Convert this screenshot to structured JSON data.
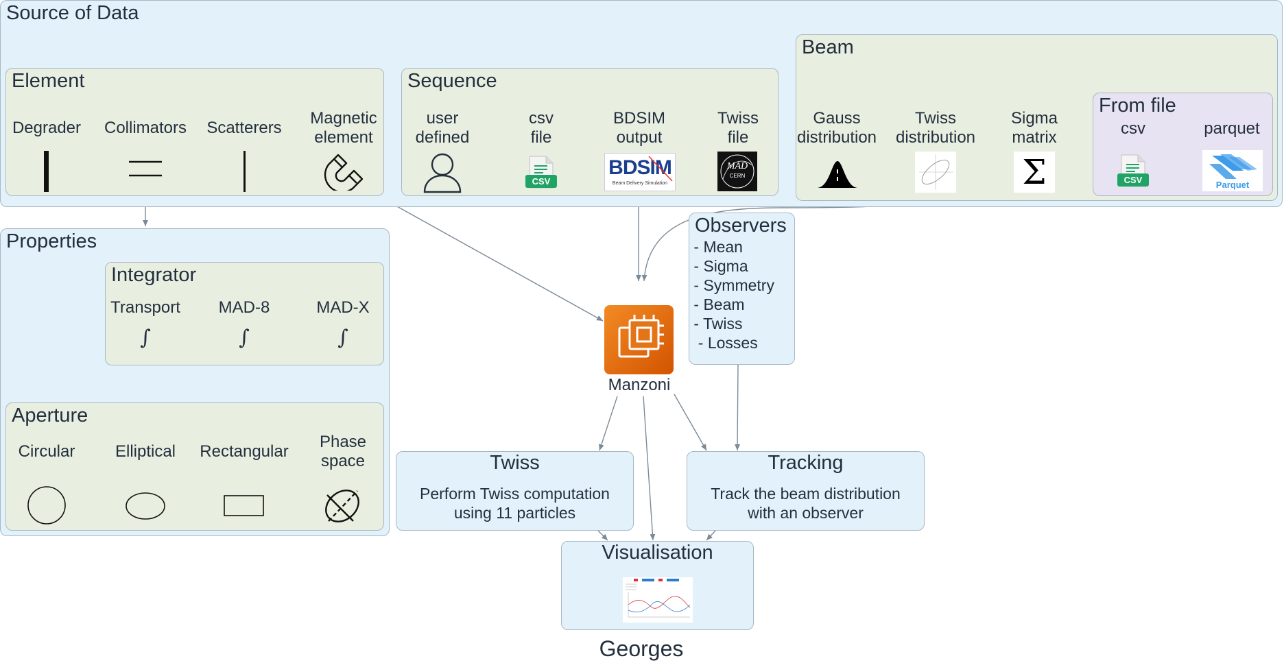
{
  "source": {
    "title": "Source of Data",
    "element": {
      "title": "Element",
      "items": [
        "Degrader",
        "Collimators",
        "Scatterers",
        "Magnetic\nelement"
      ],
      "icons": [
        "degrader-bar-icon",
        "collimator-lines-icon",
        "scatterer-line-icon",
        "magnet-icon"
      ]
    },
    "sequence": {
      "title": "Sequence",
      "items": [
        "user\ndefined",
        "csv\nfile",
        "BDSIM\noutput",
        "Twiss\nfile"
      ],
      "icons": [
        "user-icon",
        "csv-file-icon",
        "bdsim-logo",
        "mad-cern-logo"
      ],
      "bdsim_logo": {
        "main": "BDSIM",
        "sub": "Beam Delivery Simulation"
      },
      "mad_logo": {
        "main": "MAD",
        "sub": "CERN"
      }
    },
    "beam": {
      "title": "Beam",
      "items": [
        "Gauss\ndistribution",
        "Twiss\ndistribution",
        "Sigma\nmatrix"
      ],
      "icons": [
        "gauss-curve-icon",
        "twiss-ellipse-icon",
        "sigma-icon"
      ],
      "sigma_symbol": "Σ",
      "from_file": {
        "title": "From file",
        "items": [
          "csv",
          "parquet"
        ],
        "icons": [
          "csv-file-icon",
          "parquet-logo"
        ],
        "csv_badge": "CSV",
        "parquet_badge": "Parquet"
      }
    },
    "csv_badge": "CSV"
  },
  "properties": {
    "title": "Properties",
    "integrator": {
      "title": "Integrator",
      "items": [
        "Transport",
        "MAD-8",
        "MAD-X"
      ],
      "symbol": "∫"
    },
    "aperture": {
      "title": "Aperture",
      "items": [
        "Circular",
        "Elliptical",
        "Rectangular",
        "Phase\nspace"
      ],
      "icons": [
        "circle-icon",
        "ellipse-icon",
        "rectangle-icon",
        "phase-space-icon"
      ]
    }
  },
  "observers": {
    "title": "Observers",
    "items": " - Mean\n - Sigma\n - Symmetry\n - Beam\n - Twiss\n  - Losses"
  },
  "manzoni": {
    "label": "Manzoni",
    "icon": "processor-chip-icon",
    "color": "#e8730f"
  },
  "twiss": {
    "title": "Twiss",
    "description": "Perform Twiss computation\nusing 11 particles"
  },
  "tracking": {
    "title": "Tracking",
    "description": "Track the beam distribution\nwith an observer"
  },
  "visualisation": {
    "title": "Visualisation",
    "icon": "plot-thumbnail-icon"
  },
  "georges": {
    "label": "Georges"
  },
  "colors": {
    "blue_bg": "#e3f2fa",
    "green_bg": "#e9efe0",
    "purple_bg": "#e7e3f2",
    "border": "#a7b7c4",
    "arrow": "#7b8a97",
    "csv_green": "#21a366",
    "parquet_blue": "#3d9be9"
  }
}
